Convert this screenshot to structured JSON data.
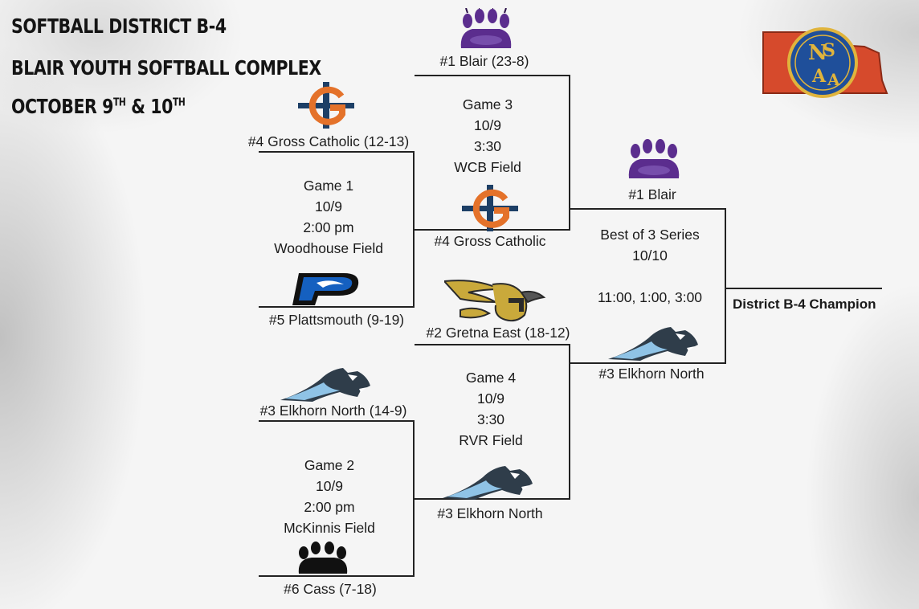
{
  "header": {
    "line1": "SOFTBALL DISTRICT B-4",
    "line2": "BLAIR YOUTH SOFTBALL COMPLEX",
    "line3_prefix": "OCTOBER 9",
    "line3_sup1": "TH",
    "line3_mid": " & 10",
    "line3_sup2": "TH"
  },
  "logo_badge": {
    "text": "NSAA",
    "colors": {
      "state": "#d64a2c",
      "seal": "#1f4f9a",
      "gold": "#e0b43c"
    }
  },
  "teams": {
    "blair_seed": "#1 Blair (23-8)",
    "gross_seed": "#4 Gross Catholic (12-13)",
    "platt_seed": "#5 Plattsmouth (9-19)",
    "gretna_seed": "#2 Gretna East (18-12)",
    "elkhorn_seed": "#3 Elkhorn North (14-9)",
    "cass_seed": "#6 Cass (7-18)",
    "g1_winner": "#4 Gross Catholic",
    "g2_winner": "#3 Elkhorn North",
    "g3_winner": "#1 Blair",
    "g4_winner": "#3 Elkhorn North"
  },
  "games": {
    "game1": {
      "name": "Game 1",
      "date": "10/9",
      "time": "2:00 pm",
      "field": "Woodhouse Field"
    },
    "game2": {
      "name": "Game 2",
      "date": "10/9",
      "time": "2:00 pm",
      "field": "McKinnis Field"
    },
    "game3": {
      "name": "Game 3",
      "date": "10/9",
      "time": "3:30",
      "field": "WCB Field"
    },
    "game4": {
      "name": "Game 4",
      "date": "10/9",
      "time": "3:30",
      "field": "RVR Field"
    },
    "final": {
      "name": "Best of 3 Series",
      "date": "10/10",
      "times": "11:00, 1:00, 3:00"
    }
  },
  "champion_label": "District B-4 Champion",
  "colors": {
    "blair_purple": "#5b2d8e",
    "gross_orange": "#e4722a",
    "gross_navy": "#1d3f66",
    "platt_blue": "#1560c0",
    "wolf_blue": "#8fc3e6",
    "line": "#222222"
  },
  "icons": [
    "blair-paw-logo",
    "gross-catholic-logo",
    "plattsmouth-logo",
    "gretna-griffin-logo",
    "elkhorn-wolf-logo",
    "cass-paw-logo",
    "nsaa-logo"
  ]
}
